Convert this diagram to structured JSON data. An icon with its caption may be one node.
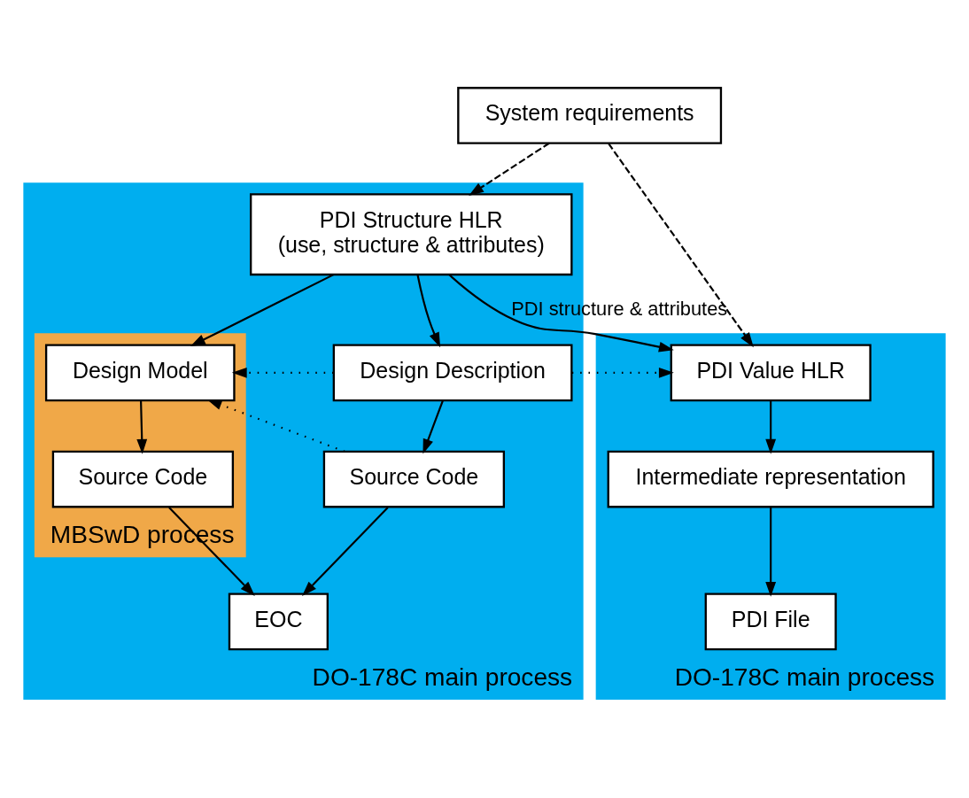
{
  "diagram": {
    "nodes": [
      {
        "text": [
          "System requirements"
        ]
      },
      {
        "text": [
          "DO-178C main process"
        ]
      },
      {
        "text": [
          "PDI Structure HLR",
          "(use, structure & attributes)"
        ],
        "in": 1
      },
      {
        "text": [
          "MBSwD process"
        ],
        "in": 1
      },
      {
        "text": [
          "Design Model"
        ],
        "in": 3
      },
      {
        "text": [
          "Source Code"
        ],
        "in": 3
      },
      {
        "text": [
          "Design Description"
        ],
        "in": 1
      },
      {
        "text": [
          "Source Code"
        ],
        "in": 1
      },
      {
        "text": [
          "EOC"
        ],
        "in": 1
      },
      {
        "text": [
          "DO-178C main process"
        ]
      },
      {
        "text": [
          "PDI Value HLR"
        ],
        "in": 9
      },
      {
        "text": [
          "Intermediate representation"
        ],
        "in": 9
      },
      {
        "text": [
          "PDI File"
        ],
        "in": 9
      }
    ],
    "edges": [
      {
        "from": 0,
        "to": 2,
        "arrow": "to",
        "style": "dashed"
      },
      {
        "from": 0,
        "to": 10,
        "arrow": "to",
        "style": "dashed"
      },
      {
        "from": 2,
        "to": 4,
        "arrow": "to"
      },
      {
        "from": 2,
        "to": 6,
        "arrow": "to"
      },
      {
        "from": 2,
        "to": 10,
        "arrow": "to",
        "label": "PDI structure & attributes"
      },
      {
        "from": 6,
        "to": 4,
        "arrow": "to",
        "style": "dashed"
      },
      {
        "from": 7,
        "to": 4,
        "arrow": "to",
        "style": "dashed"
      },
      {
        "from": 6,
        "to": 10,
        "arrow": "to",
        "style": "dashed"
      },
      {
        "from": 4,
        "to": 5,
        "arrow": "to"
      },
      {
        "from": 5,
        "to": 8,
        "arrow": "to"
      },
      {
        "from": 6,
        "to": 7,
        "arrow": "to"
      },
      {
        "from": 7,
        "to": 8,
        "arrow": "to"
      },
      {
        "from": 10,
        "to": 11,
        "arrow": "to"
      },
      {
        "from": 11,
        "to": 12,
        "arrow": "to"
      }
    ]
  }
}
